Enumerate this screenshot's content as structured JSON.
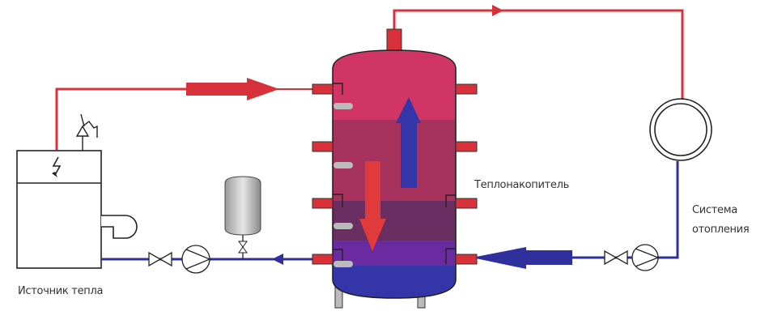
{
  "labels": {
    "heat_source": "Источник тепла",
    "storage_tank": "Теплонакопитель",
    "heating_system_line1": "Система",
    "heating_system_line2": "отопления"
  },
  "colors": {
    "supply": "#d9313a",
    "return": "#2f2f9e",
    "tank_top": "#d13566",
    "tank_upper_mid": "#a8325e",
    "tank_lower_mid": "#6b2e62",
    "tank_low": "#6a2aa0",
    "tank_bottom": "#3435a8",
    "sensor": "#bbbbbb"
  }
}
